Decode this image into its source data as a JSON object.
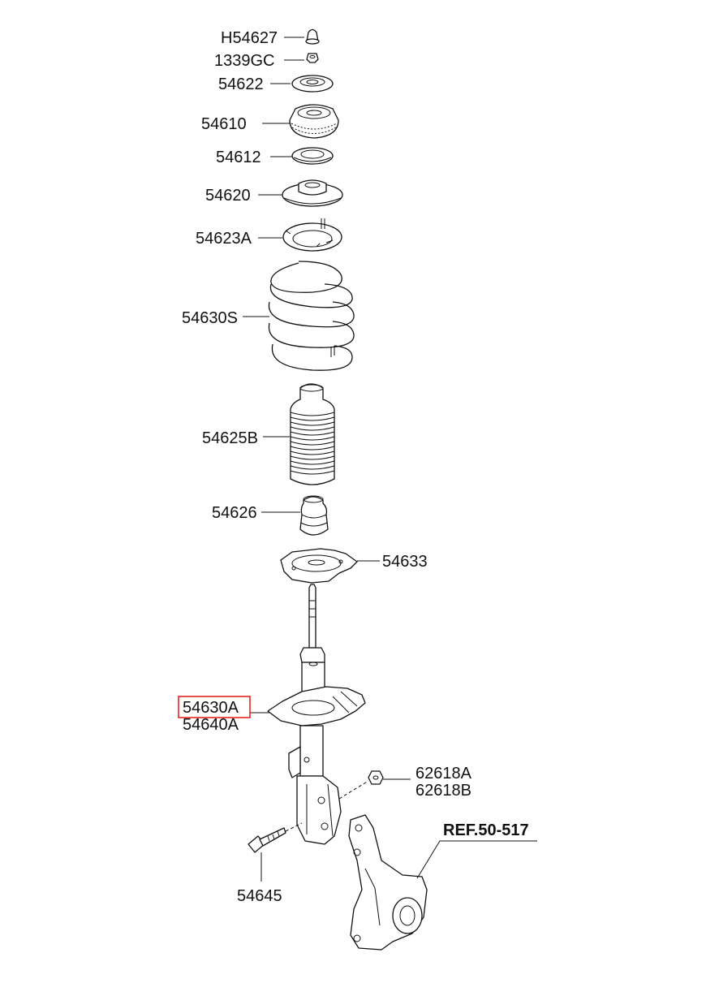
{
  "labels": {
    "h54627": "H54627",
    "n1339gc": "1339GC",
    "p54622": "54622",
    "p54610": "54610",
    "p54612": "54612",
    "p54620": "54620",
    "p54623a": "54623A",
    "p54630s": "54630S",
    "p54625b": "54625B",
    "p54626": "54626",
    "p54633": "54633",
    "p54630a": "54630A",
    "p54640a": "54640A",
    "p62618a": "62618A",
    "p62618b": "62618B",
    "p54645": "54645",
    "ref": "REF.50-517"
  },
  "highlight": {
    "part": "54630A",
    "color": "#e8231f"
  }
}
